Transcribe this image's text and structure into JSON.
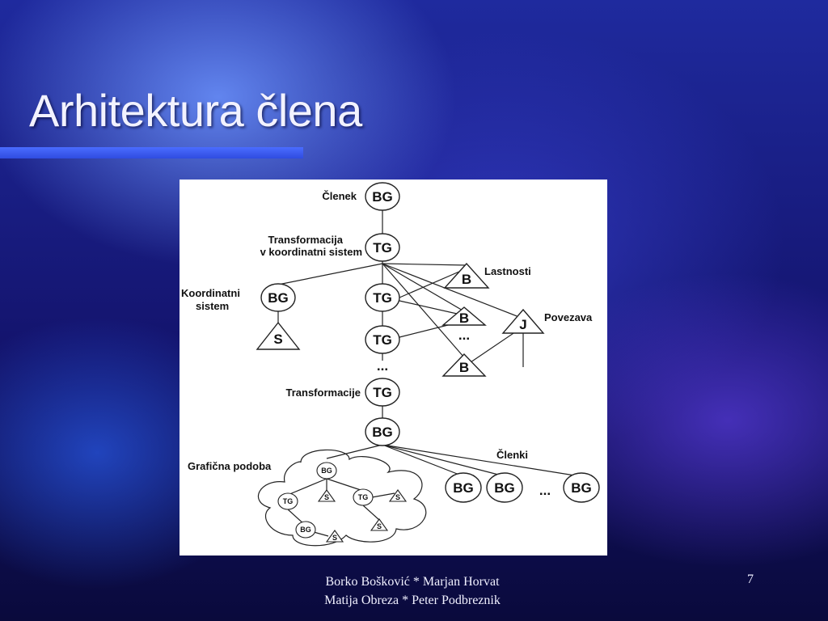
{
  "slide": {
    "title": "Arhitektura člena",
    "page_number": "7",
    "footer": {
      "line1": "Borko Bošković * Marjan Horvat",
      "line2": "Matija Obreza * Peter Podbreznik"
    }
  },
  "diagram": {
    "labels": {
      "clenek": "Členek",
      "transformacija_line1": "Transformacija",
      "transformacija_line2": "v koordinatni sistem",
      "koordinatni_line1": "Koordinatni",
      "koordinatni_line2": "sistem",
      "lastnosti": "Lastnosti",
      "povezava": "Povezava",
      "transformacije": "Transformacije",
      "graficna_podoba": "Grafična podoba",
      "clenki": "Členki"
    },
    "nodes": {
      "bg": "BG",
      "tg": "TG",
      "b": "B",
      "s": "S",
      "j": "J",
      "ellipsis": "..."
    }
  }
}
